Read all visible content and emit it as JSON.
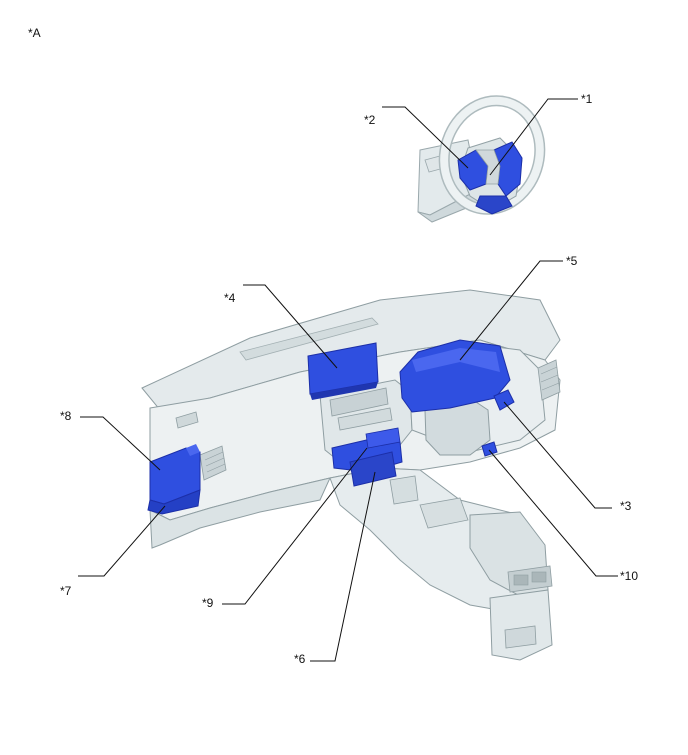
{
  "figure_label": "*A",
  "callouts": {
    "c1": "*1",
    "c2": "*2",
    "c3": "*3",
    "c4": "*4",
    "c5": "*5",
    "c6": "*6",
    "c7": "*7",
    "c8": "*8",
    "c9": "*9",
    "c10": "*10"
  },
  "colors": {
    "component_blue": "#2f4fe0",
    "component_blue_dark": "#1c2fa8",
    "body_light": "#e8eeef",
    "body_mid": "#d6dfe1",
    "body_shadow": "#b9c5c8",
    "outline": "#8f9ea2"
  },
  "icons": {
    "steering_wheel": "steering-wheel-icon",
    "dashboard": "dashboard-icon"
  }
}
